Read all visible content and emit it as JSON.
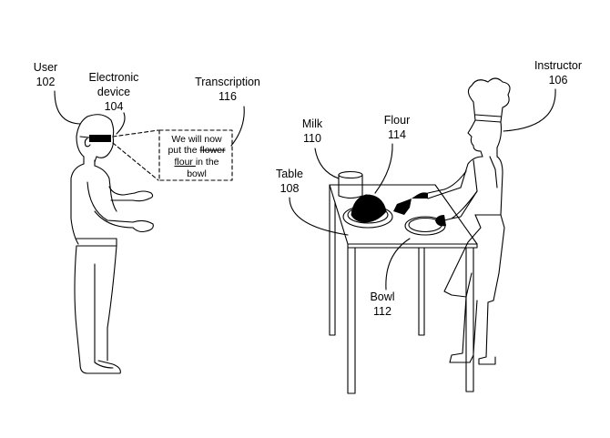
{
  "labels": {
    "user": {
      "name": "User",
      "ref": "102"
    },
    "device": {
      "line1": "Electronic",
      "line2": "device",
      "ref": "104"
    },
    "transcription": {
      "name": "Transcription",
      "ref": "116"
    },
    "instructor": {
      "name": "Instructor",
      "ref": "106"
    },
    "milk": {
      "name": "Milk",
      "ref": "110"
    },
    "flour": {
      "name": "Flour",
      "ref": "114"
    },
    "table": {
      "name": "Table",
      "ref": "108"
    },
    "bowl": {
      "name": "Bowl",
      "ref": "112"
    }
  },
  "transcription_box": {
    "line1": "We will now",
    "line2_prefix": "put the ",
    "line2_struck": "flower",
    "line3_underlined": "flour ",
    "line3_suffix": "in the",
    "line4": "bowl"
  }
}
